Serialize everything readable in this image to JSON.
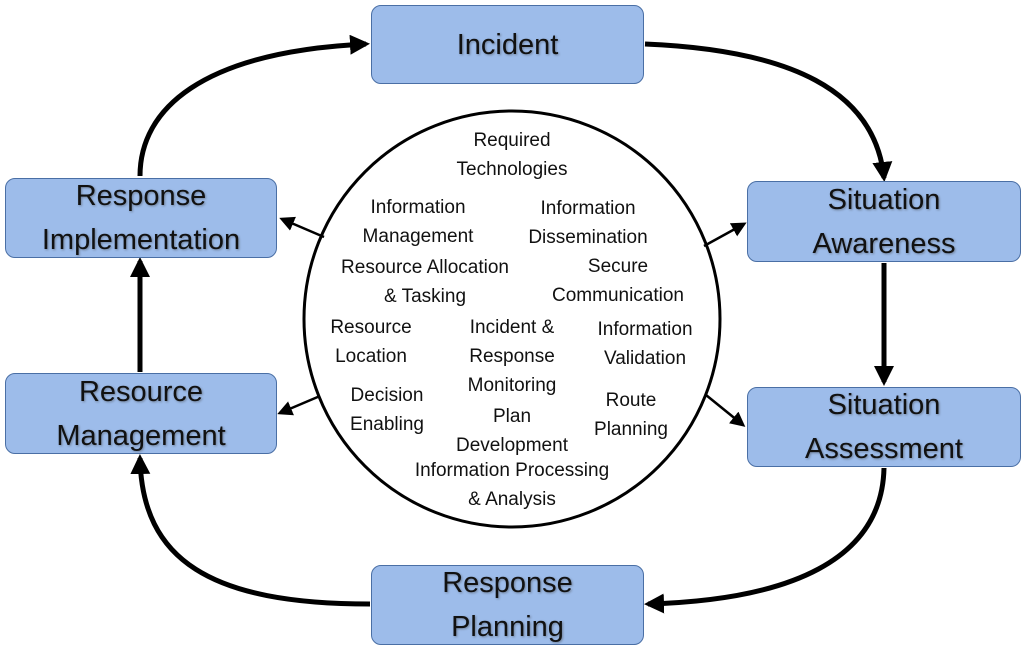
{
  "colors": {
    "box_fill": "#9dbcea",
    "box_border": "#4a6fa5",
    "arrow": "#000000",
    "circle_stroke": "#000000"
  },
  "cycle": {
    "incident": {
      "lines": [
        "Incident"
      ]
    },
    "situation_awareness": {
      "lines": [
        "Situation",
        "Awareness"
      ]
    },
    "situation_assessment": {
      "lines": [
        "Situation",
        "Assessment"
      ]
    },
    "response_planning": {
      "lines": [
        "Response",
        "Planning"
      ]
    },
    "resource_management": {
      "lines": [
        "Resource",
        "Management"
      ]
    },
    "response_implementation": {
      "lines": [
        "Response",
        "Implementation"
      ]
    }
  },
  "center": {
    "items": [
      {
        "id": "required-technologies",
        "lines": [
          "Required",
          "Technologies"
        ]
      },
      {
        "id": "information-management",
        "lines": [
          "Information",
          "Management"
        ]
      },
      {
        "id": "information-dissemination",
        "lines": [
          "Information",
          "Dissemination"
        ]
      },
      {
        "id": "resource-allocation-tasking",
        "lines": [
          "Resource Allocation",
          "& Tasking"
        ]
      },
      {
        "id": "secure-communication",
        "lines": [
          "Secure",
          "Communication"
        ]
      },
      {
        "id": "resource-location",
        "lines": [
          "Resource",
          "Location"
        ]
      },
      {
        "id": "incident-response-monitoring",
        "lines": [
          "Incident &",
          "Response",
          "Monitoring"
        ]
      },
      {
        "id": "information-validation",
        "lines": [
          "Information",
          "Validation"
        ]
      },
      {
        "id": "decision-enabling",
        "lines": [
          "Decision",
          "Enabling"
        ]
      },
      {
        "id": "plan-development",
        "lines": [
          "Plan",
          "Development"
        ]
      },
      {
        "id": "route-planning",
        "lines": [
          "Route",
          "Planning"
        ]
      },
      {
        "id": "information-processing-analysis",
        "lines": [
          "Information Processing",
          "& Analysis"
        ]
      }
    ]
  }
}
